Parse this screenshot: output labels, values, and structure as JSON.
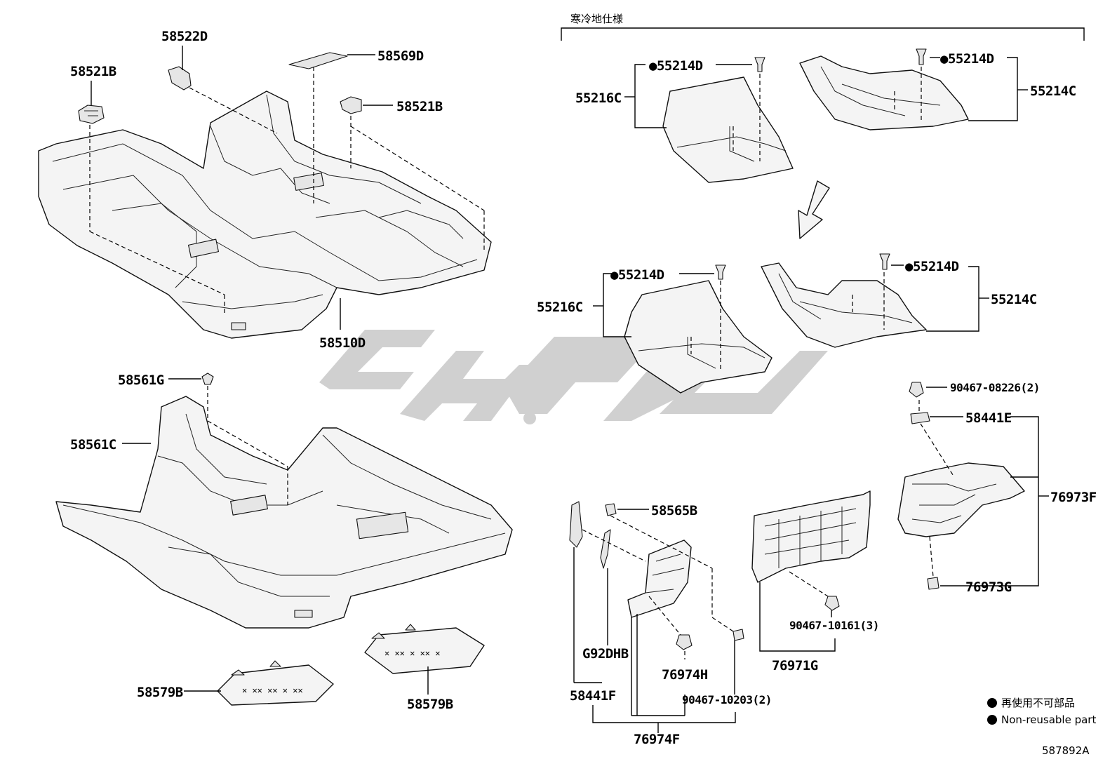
{
  "header": {
    "cold_spec": "寒冷地仕様"
  },
  "labels": {
    "p58521b_left": "58521B",
    "p58522d": "58522D",
    "p58569d": "58569D",
    "p58521b_right": "58521B",
    "p58510d": "58510D",
    "p58561g": "58561G",
    "p58561c": "58561C",
    "p58579b_left": "58579B",
    "p58579b_right": "58579B",
    "p55214d_1": "●55214D",
    "p55216c_1": "55216C",
    "p55214d_2": "●55214D",
    "p55214c_1": "55214C",
    "p55214d_3": "●55214D",
    "p55216c_2": "55216C",
    "p55214d_4": "●55214D",
    "p55214c_2": "55214C",
    "p90467_08226": "90467-08226(2)",
    "p58441e": "58441E",
    "p76973f": "76973F",
    "p76973g": "76973G",
    "p58565b": "58565B",
    "pg92dhb": "G92DHB",
    "p58441f": "58441F",
    "p76974h": "76974H",
    "p90467_10203": "90467-10203(2)",
    "p76974f": "76974F",
    "p90467_10161": "90467-10161(3)",
    "p76971g": "76971G"
  },
  "legend": {
    "jp": "再使用不可部品",
    "en": "Non-reusable part"
  },
  "diagram_id": "587892A",
  "watermark_color": "#c8c8c8"
}
